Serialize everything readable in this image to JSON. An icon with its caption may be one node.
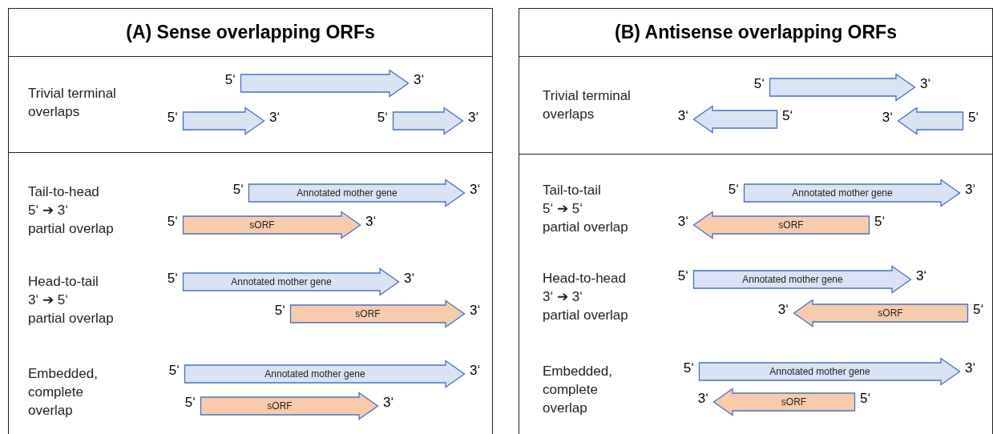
{
  "diagram": {
    "nodes": [
      {
        "text": [
          "(A) Sense overlapping ORFs"
        ]
      },
      {
        "text": [],
        "shape": "box",
        "in": 0
      },
      {
        "text": [],
        "shape": "box",
        "in": 0
      },
      {
        "text": [],
        "shape": "arrow",
        "in": 1,
        "beside": [
          "5‘",
          "3‘"
        ]
      },
      {
        "text": [],
        "shape": "arrow",
        "in": 1,
        "beside": [
          "5‘",
          "3‘"
        ]
      },
      {
        "text": [],
        "shape": "arrow",
        "in": 1,
        "beside": [
          "5‘",
          "3‘"
        ]
      },
      {
        "text": [
          "Annotated mother gene"
        ],
        "in": 2,
        "beside": [
          "5‘",
          "3‘"
        ]
      },
      {
        "text": [
          "sORF"
        ],
        "in": 2,
        "beside": [
          "5‘",
          "3‘"
        ]
      },
      {
        "text": [
          "Annotated mother gene"
        ],
        "in": 2,
        "beside": [
          "5‘",
          "3‘"
        ]
      },
      {
        "text": [
          "sORF"
        ],
        "in": 2,
        "beside": [
          "5‘",
          "3‘"
        ]
      },
      {
        "text": [
          "Annotated mother gene"
        ],
        "in": 2,
        "beside": [
          "5‘",
          "3‘"
        ]
      },
      {
        "text": [
          "sORF"
        ],
        "in": 2,
        "beside": [
          "5‘",
          "3‘"
        ]
      },
      {
        "text": [
          "(B) Antisense overlapping ORFs"
        ]
      },
      {
        "text": [],
        "shape": "box",
        "in": 12
      },
      {
        "text": [],
        "shape": "box",
        "in": 12
      },
      {
        "text": [],
        "shape": "arrow",
        "in": 13,
        "beside": [
          "5‘",
          "3‘"
        ]
      },
      {
        "text": [],
        "shape": "arrow",
        "in": 13,
        "beside": [
          "3‘",
          "5‘"
        ]
      },
      {
        "text": [],
        "shape": "arrow",
        "in": 13,
        "beside": [
          "3‘",
          "5‘"
        ]
      },
      {
        "text": [
          "Annotated mother gene"
        ],
        "in": 14,
        "beside": [
          "5‘",
          "3‘"
        ]
      },
      {
        "text": [
          "sORF"
        ],
        "in": 14,
        "beside": [
          "3‘",
          "5‘"
        ]
      },
      {
        "text": [
          "Annotated mother gene"
        ],
        "in": 14,
        "beside": [
          "5‘",
          "3‘"
        ]
      },
      {
        "text": [
          "sORF"
        ],
        "in": 14,
        "beside": [
          "3‘",
          "5‘"
        ]
      },
      {
        "text": [
          "Annotated mother gene"
        ],
        "in": 14,
        "beside": [
          "5‘",
          "3‘"
        ]
      },
      {
        "text": [
          "sORF"
        ],
        "in": 14,
        "beside": [
          "3‘",
          "5‘"
        ]
      }
    ],
    "labels": [
      "Trivial terminal overlaps",
      "Tail-to-head 5‘ ➔ 3‘ partial overlap",
      "Head-to-tail 3‘ ➔ 5‘ partial overlap",
      "Embedded, complete overlap",
      "Trivial terminal overlaps",
      "Tail-to-tail 5‘ ➔ 5‘ partial overlap",
      "Head-to-head 3‘ ➔ 3‘ partial overlap",
      "Embedded, complete overlap"
    ]
  }
}
